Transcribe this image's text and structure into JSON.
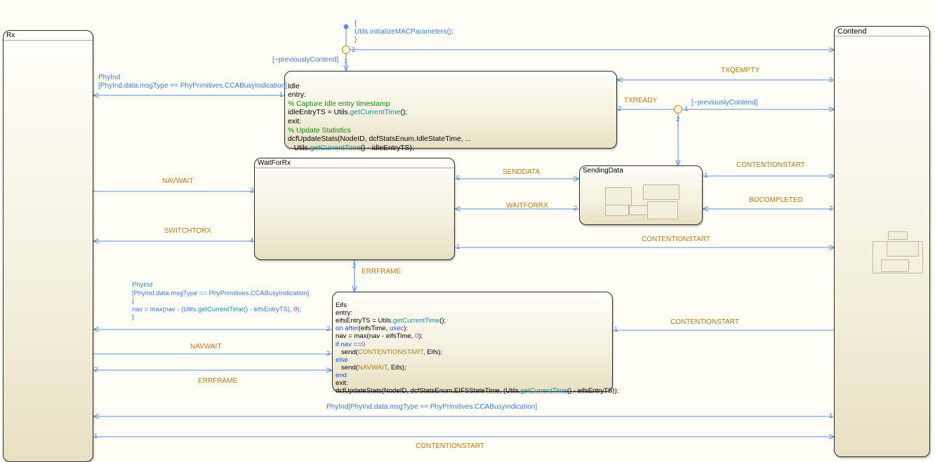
{
  "states": {
    "rx": {
      "title": "Rx"
    },
    "contend": {
      "title": "Contend"
    },
    "idle": {
      "title": "Idle",
      "entry": "entry:",
      "comment1": "% Capture Idle entry timestamp",
      "line_idle_pre": "idleEntryTS = Utils.",
      "fn_get_time": "getCurrentTime",
      "line_idle_post": "();",
      "exit": "exit:",
      "comment2": "% Update Statistics",
      "stats1": "dcfUpdateStats(NodeID, dcfStatsEnum.IdleStateTime, ...",
      "stats2_pre": "   Utils.",
      "stats2_post": "() - idleEntryTS);"
    },
    "wait_for_rx": {
      "title": "WaitForRx"
    },
    "sending_data": {
      "title": "SendingData"
    },
    "eifs": {
      "title": "Eifs",
      "entry": "entry:",
      "l1_pre": "eifsEntryTS = Utils.",
      "l1_post": "();",
      "l2_on": "on ",
      "l2_after": "after",
      "l2_mid": "(eifsTime, ",
      "l2_usec": "usec",
      "l2_end": "):",
      "l3_pre": "nav = max(nav - eifsTime, ",
      "l3_zero": "0",
      "l3_post": ");",
      "l4_if": "if",
      "l4_mid": " nav ==",
      "l5_pre": "   send(",
      "l5_ev": "CONTENTIONSTART",
      "l5_post": ", Eifs);",
      "l6_else": "else",
      "l7_ev": "NAVWAIT",
      "l8_end": "end",
      "exit": "exit:",
      "l9_pre": "dcfUpdateStats(NodeID, dcfStatsEnum.EIFSStateTime, (Utils.",
      "l9_post": "() - eifsEntryTS));"
    }
  },
  "default_transition": {
    "brace_open": "{",
    "action_pre": "Utils.",
    "action_fn": "initializeMACParameters",
    "action_post": "();",
    "brace_close": "}"
  },
  "transition_labels": {
    "prev_contend_1": "[~previouslyContend]",
    "prev_contend_2": "[~previouslyContend]",
    "phyind_1": "PhyInd",
    "phyind_1_cond": "[PhyInd.data.msgType == PhyPrimitives.CCABusyIndication]",
    "txqempty": "TXQEMPTY",
    "txready": "TXREADY",
    "senddata": "SENDDATA",
    "contentionstart_1": "CONTENTIONSTART",
    "navwait_1": "NAVWAIT",
    "waitforrx": "WAITFORRX",
    "bocompleted": "BOCOMPLETED",
    "switchtorx": "SWITCHTORX",
    "contentionstart_2": "CONTENTIONSTART",
    "errframe_1": "ERRFRAME",
    "phyind_2": "PhyInd",
    "phyind_2_cond": "[PhyInd.data.msgType == PhyPrimitives.CCABusyIndication]",
    "phyind_2_open": "{",
    "phyind_2_action_pre": "nav = max(nav - (Utils.",
    "phyind_2_action_post": "() - eifsEntryTS), ",
    "phyind_2_zero": "0",
    "phyind_2_action_end": ");",
    "phyind_2_close": "}",
    "contentionstart_3": "CONTENTIONSTART",
    "navwait_2": "NAVWAIT",
    "errframe_2": "ERRFRAME",
    "phyind_3": "PhyInd[PhyInd.data.msgType == PhyPrimitives.CCABusyIndication]",
    "contentionstart_4": "CONTENTIONSTART"
  },
  "execution_order": {
    "j1_down": "1",
    "j1_right": "2",
    "idle_left": "1",
    "idle_right": "2",
    "contend_3": "3",
    "j2_right": "1",
    "j2_down": "2",
    "wfr_left_navwait": "3",
    "wfr_left_switch": "4",
    "wfr_right": "5",
    "wfr_bottom": "2",
    "sd_left": "2",
    "contend_sd_1": "1",
    "contend_sd_2": "2",
    "contend_wfr_1": "1",
    "eifs_left_2": "2",
    "eifs_left_3": "3",
    "eifs_right_1": "1",
    "rx_2": "2",
    "contend_phy": "1",
    "rx_cs": "1"
  },
  "colors": {
    "wire": "#5b8fd4",
    "event": "#b07814",
    "condition": "#3d78c8",
    "comment": "#1a7f1a"
  }
}
